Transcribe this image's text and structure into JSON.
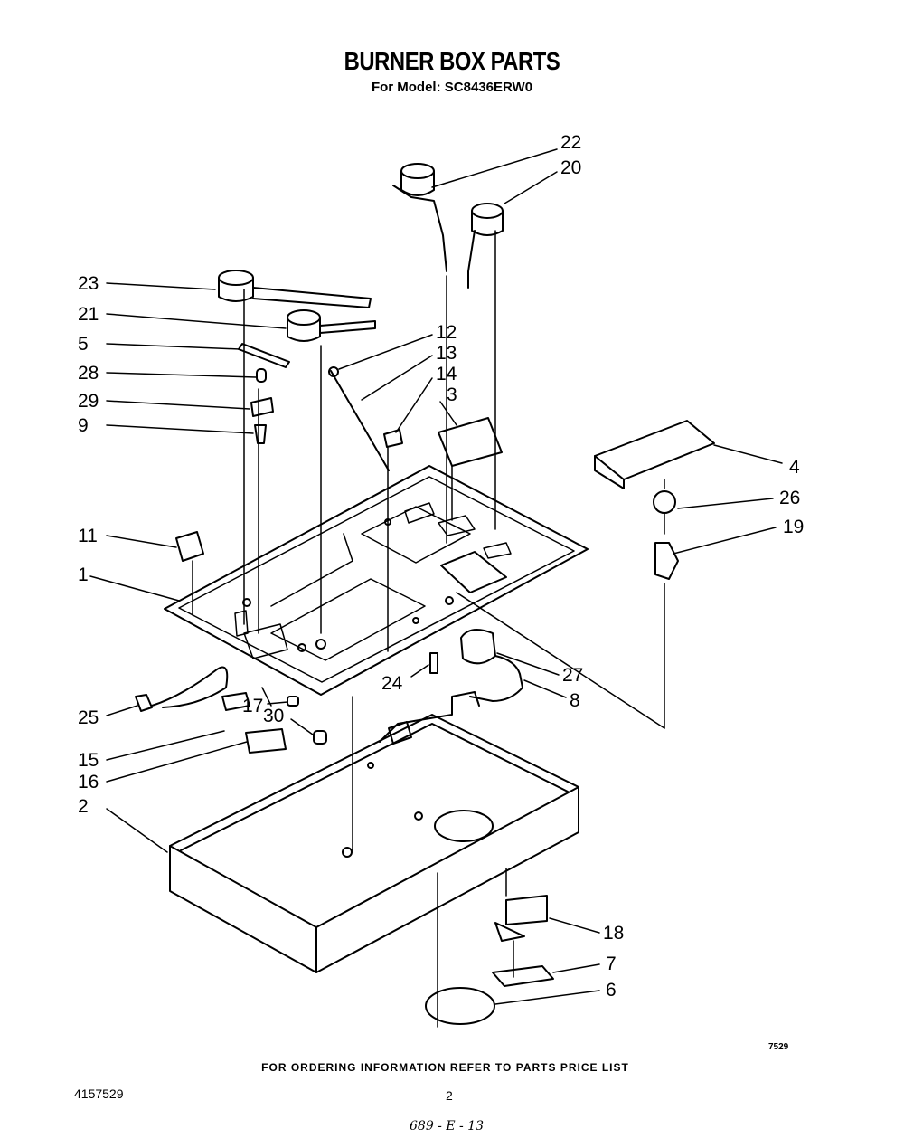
{
  "header": {
    "title": "BURNER BOX PARTS",
    "subtitle": "For Model: SC8436ERW0"
  },
  "callouts": [
    "22",
    "20",
    "23",
    "21",
    "5",
    "12",
    "13",
    "28",
    "14",
    "3",
    "29",
    "9",
    "4",
    "26",
    "19",
    "11",
    "1",
    "27",
    "24",
    "8",
    "17",
    "25",
    "30",
    "15",
    "16",
    "2",
    "18",
    "7",
    "6"
  ],
  "footer": {
    "ordering_note": "FOR ORDERING INFORMATION REFER TO PARTS PRICE LIST",
    "diagram_code": "7529",
    "part_number": "4157529",
    "page_number": "2",
    "handwritten_note": "689 - E - 13"
  }
}
